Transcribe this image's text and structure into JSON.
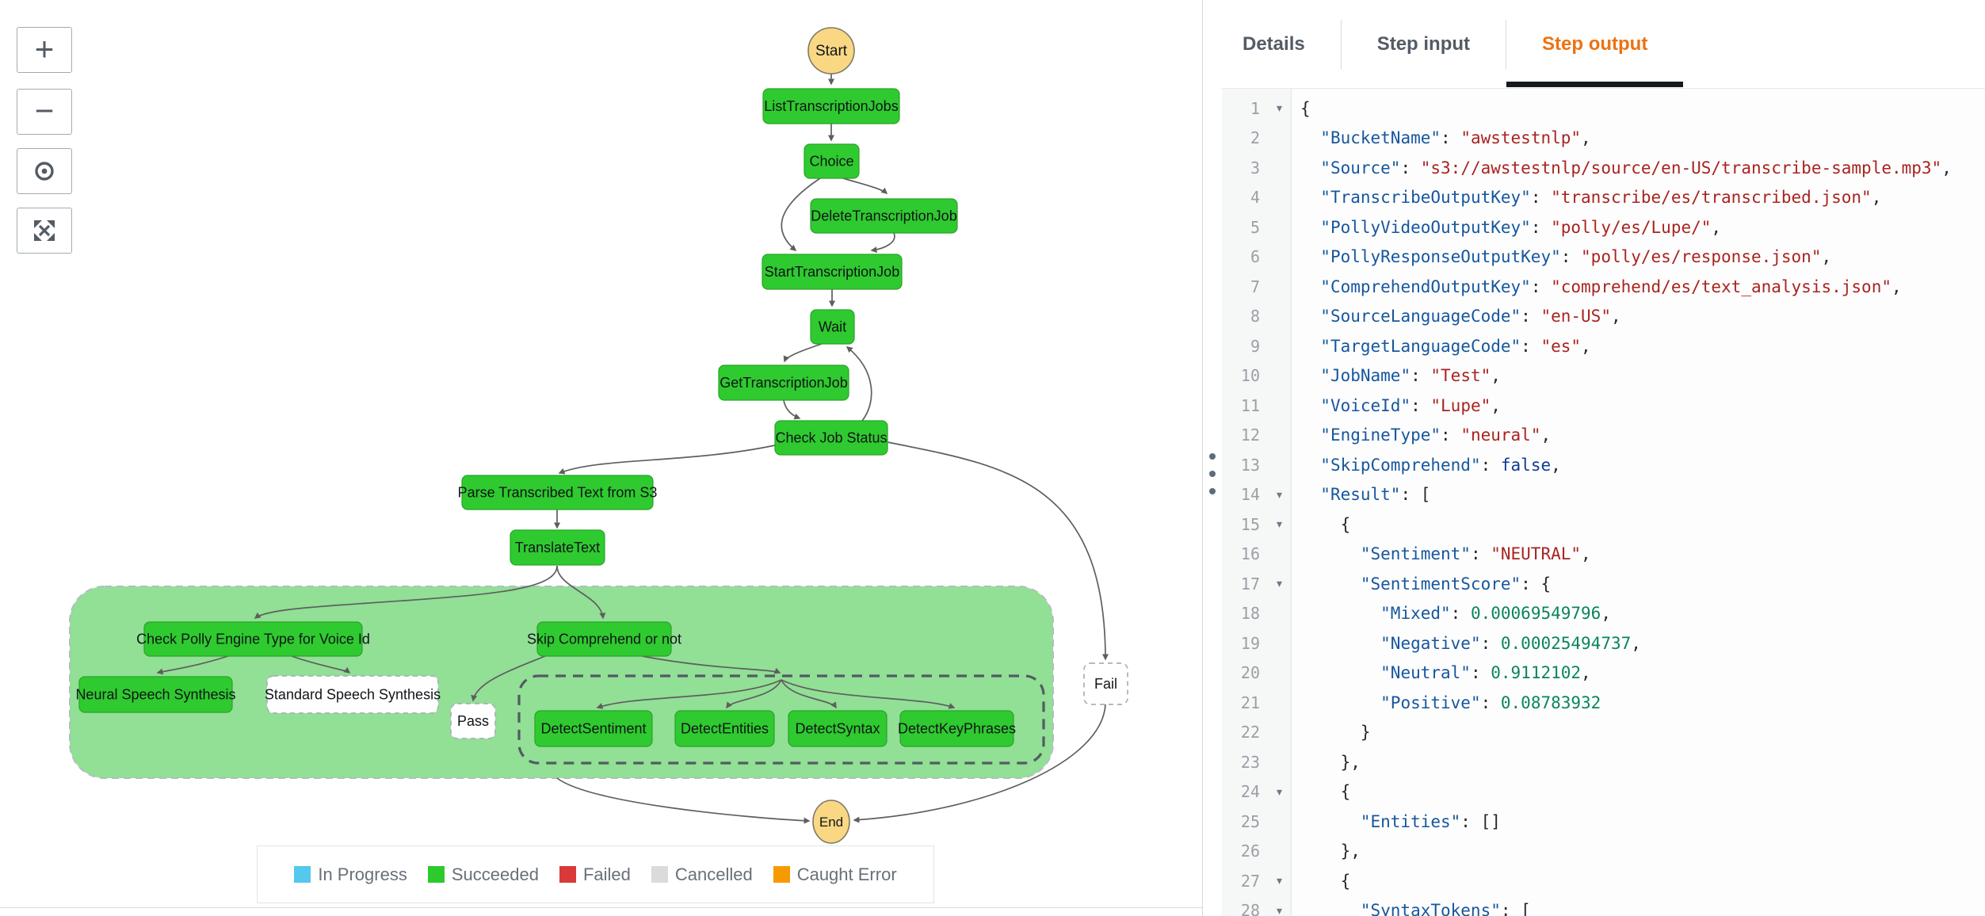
{
  "diagram": {
    "controls": [
      {
        "id": "zoom-in",
        "icon": "plus-icon",
        "label": "+"
      },
      {
        "id": "zoom-out",
        "icon": "minus-icon",
        "label": "−"
      },
      {
        "id": "center",
        "icon": "center-dot-icon",
        "label": ""
      },
      {
        "id": "fit",
        "icon": "expand-icon",
        "label": ""
      }
    ],
    "colors": {
      "succeeded_node": "#2fca2f",
      "succeeded_node_border": "#28a428",
      "container_fill": "#92df96",
      "start_end_fill": "#f9d783",
      "start_end_border": "#7e7a67",
      "edge": "#5e5e5e"
    },
    "nodes": [
      {
        "id": "start",
        "label": "Start",
        "type": "start"
      },
      {
        "id": "list_jobs",
        "label": "ListTranscriptionJobs",
        "type": "succeeded"
      },
      {
        "id": "choice",
        "label": "Choice",
        "type": "succeeded"
      },
      {
        "id": "delete_job",
        "label": "DeleteTranscriptionJob",
        "type": "succeeded"
      },
      {
        "id": "start_job",
        "label": "StartTranscriptionJob",
        "type": "succeeded"
      },
      {
        "id": "wait",
        "label": "Wait",
        "type": "succeeded"
      },
      {
        "id": "get_job",
        "label": "GetTranscriptionJob",
        "type": "succeeded"
      },
      {
        "id": "check_status",
        "label": "Check Job Status",
        "type": "succeeded"
      },
      {
        "id": "parse",
        "label": "Parse Transcribed Text from S3",
        "type": "succeeded"
      },
      {
        "id": "translate",
        "label": "TranslateText",
        "type": "succeeded"
      },
      {
        "id": "check_polly",
        "label": "Check Polly Engine Type for Voice Id",
        "type": "succeeded"
      },
      {
        "id": "neural",
        "label": "Neural Speech Synthesis",
        "type": "succeeded"
      },
      {
        "id": "standard",
        "label": "Standard Speech Synthesis",
        "type": "notrun"
      },
      {
        "id": "skip",
        "label": "Skip Comprehend or not",
        "type": "succeeded"
      },
      {
        "id": "pass",
        "label": "Pass",
        "type": "notrun"
      },
      {
        "id": "det_sent",
        "label": "DetectSentiment",
        "type": "succeeded"
      },
      {
        "id": "det_ent",
        "label": "DetectEntities",
        "type": "succeeded"
      },
      {
        "id": "det_syn",
        "label": "DetectSyntax",
        "type": "succeeded"
      },
      {
        "id": "det_key",
        "label": "DetectKeyPhrases",
        "type": "succeeded"
      },
      {
        "id": "fail",
        "label": "Fail",
        "type": "notrun"
      },
      {
        "id": "end",
        "label": "End",
        "type": "end"
      }
    ],
    "legend": [
      {
        "label": "In Progress",
        "color": "#54c8ed"
      },
      {
        "label": "Succeeded",
        "color": "#2dca2d"
      },
      {
        "label": "Failed",
        "color": "#d93938"
      },
      {
        "label": "Cancelled",
        "color": "#dbdbdb"
      },
      {
        "label": "Caught Error",
        "color": "#f79a02"
      }
    ]
  },
  "panel": {
    "tabs": [
      {
        "label": "Details",
        "active": false
      },
      {
        "label": "Step input",
        "active": false
      },
      {
        "label": "Step output",
        "active": true
      }
    ],
    "accent_color": "#ec7211",
    "code_lines": [
      {
        "n": 1,
        "fold": true,
        "indent": 0,
        "tokens": [
          [
            "p",
            "{"
          ]
        ]
      },
      {
        "n": 2,
        "fold": false,
        "indent": 2,
        "tokens": [
          [
            "k",
            "\"BucketName\""
          ],
          [
            "p",
            ": "
          ],
          [
            "s",
            "\"awstestnlp\""
          ],
          [
            "p",
            ","
          ]
        ]
      },
      {
        "n": 3,
        "fold": false,
        "indent": 2,
        "tokens": [
          [
            "k",
            "\"Source\""
          ],
          [
            "p",
            ": "
          ],
          [
            "s",
            "\"s3://awstestnlp/source/en-US/transcribe-sample.mp3\""
          ],
          [
            "p",
            ","
          ]
        ]
      },
      {
        "n": 4,
        "fold": false,
        "indent": 2,
        "tokens": [
          [
            "k",
            "\"TranscribeOutputKey\""
          ],
          [
            "p",
            ": "
          ],
          [
            "s",
            "\"transcribe/es/transcribed.json\""
          ],
          [
            "p",
            ","
          ]
        ]
      },
      {
        "n": 5,
        "fold": false,
        "indent": 2,
        "tokens": [
          [
            "k",
            "\"PollyVideoOutputKey\""
          ],
          [
            "p",
            ": "
          ],
          [
            "s",
            "\"polly/es/Lupe/\""
          ],
          [
            "p",
            ","
          ]
        ]
      },
      {
        "n": 6,
        "fold": false,
        "indent": 2,
        "tokens": [
          [
            "k",
            "\"PollyResponseOutputKey\""
          ],
          [
            "p",
            ": "
          ],
          [
            "s",
            "\"polly/es/response.json\""
          ],
          [
            "p",
            ","
          ]
        ]
      },
      {
        "n": 7,
        "fold": false,
        "indent": 2,
        "tokens": [
          [
            "k",
            "\"ComprehendOutputKey\""
          ],
          [
            "p",
            ": "
          ],
          [
            "s",
            "\"comprehend/es/text_analysis.json\""
          ],
          [
            "p",
            ","
          ]
        ]
      },
      {
        "n": 8,
        "fold": false,
        "indent": 2,
        "tokens": [
          [
            "k",
            "\"SourceLanguageCode\""
          ],
          [
            "p",
            ": "
          ],
          [
            "s",
            "\"en-US\""
          ],
          [
            "p",
            ","
          ]
        ]
      },
      {
        "n": 9,
        "fold": false,
        "indent": 2,
        "tokens": [
          [
            "k",
            "\"TargetLanguageCode\""
          ],
          [
            "p",
            ": "
          ],
          [
            "s",
            "\"es\""
          ],
          [
            "p",
            ","
          ]
        ]
      },
      {
        "n": 10,
        "fold": false,
        "indent": 2,
        "tokens": [
          [
            "k",
            "\"JobName\""
          ],
          [
            "p",
            ": "
          ],
          [
            "s",
            "\"Test\""
          ],
          [
            "p",
            ","
          ]
        ]
      },
      {
        "n": 11,
        "fold": false,
        "indent": 2,
        "tokens": [
          [
            "k",
            "\"VoiceId\""
          ],
          [
            "p",
            ": "
          ],
          [
            "s",
            "\"Lupe\""
          ],
          [
            "p",
            ","
          ]
        ]
      },
      {
        "n": 12,
        "fold": false,
        "indent": 2,
        "tokens": [
          [
            "k",
            "\"EngineType\""
          ],
          [
            "p",
            ": "
          ],
          [
            "s",
            "\"neural\""
          ],
          [
            "p",
            ","
          ]
        ]
      },
      {
        "n": 13,
        "fold": false,
        "indent": 2,
        "tokens": [
          [
            "k",
            "\"SkipComprehend\""
          ],
          [
            "p",
            ": "
          ],
          [
            "b",
            "false"
          ],
          [
            "p",
            ","
          ]
        ]
      },
      {
        "n": 14,
        "fold": true,
        "indent": 2,
        "tokens": [
          [
            "k",
            "\"Result\""
          ],
          [
            "p",
            ": ["
          ]
        ]
      },
      {
        "n": 15,
        "fold": true,
        "indent": 4,
        "tokens": [
          [
            "p",
            "{"
          ]
        ]
      },
      {
        "n": 16,
        "fold": false,
        "indent": 6,
        "tokens": [
          [
            "k",
            "\"Sentiment\""
          ],
          [
            "p",
            ": "
          ],
          [
            "s",
            "\"NEUTRAL\""
          ],
          [
            "p",
            ","
          ]
        ]
      },
      {
        "n": 17,
        "fold": true,
        "indent": 6,
        "tokens": [
          [
            "k",
            "\"SentimentScore\""
          ],
          [
            "p",
            ": {"
          ]
        ]
      },
      {
        "n": 18,
        "fold": false,
        "indent": 8,
        "tokens": [
          [
            "k",
            "\"Mixed\""
          ],
          [
            "p",
            ": "
          ],
          [
            "n",
            "0.00069549796"
          ],
          [
            "p",
            ","
          ]
        ]
      },
      {
        "n": 19,
        "fold": false,
        "indent": 8,
        "tokens": [
          [
            "k",
            "\"Negative\""
          ],
          [
            "p",
            ": "
          ],
          [
            "n",
            "0.00025494737"
          ],
          [
            "p",
            ","
          ]
        ]
      },
      {
        "n": 20,
        "fold": false,
        "indent": 8,
        "tokens": [
          [
            "k",
            "\"Neutral\""
          ],
          [
            "p",
            ": "
          ],
          [
            "n",
            "0.9112102"
          ],
          [
            "p",
            ","
          ]
        ]
      },
      {
        "n": 21,
        "fold": false,
        "indent": 8,
        "tokens": [
          [
            "k",
            "\"Positive\""
          ],
          [
            "p",
            ": "
          ],
          [
            "n",
            "0.08783932"
          ]
        ]
      },
      {
        "n": 22,
        "fold": false,
        "indent": 6,
        "tokens": [
          [
            "p",
            "}"
          ]
        ]
      },
      {
        "n": 23,
        "fold": false,
        "indent": 4,
        "tokens": [
          [
            "p",
            "},"
          ]
        ]
      },
      {
        "n": 24,
        "fold": true,
        "indent": 4,
        "tokens": [
          [
            "p",
            "{"
          ]
        ]
      },
      {
        "n": 25,
        "fold": false,
        "indent": 6,
        "tokens": [
          [
            "k",
            "\"Entities\""
          ],
          [
            "p",
            ": []"
          ]
        ]
      },
      {
        "n": 26,
        "fold": false,
        "indent": 4,
        "tokens": [
          [
            "p",
            "},"
          ]
        ]
      },
      {
        "n": 27,
        "fold": true,
        "indent": 4,
        "tokens": [
          [
            "p",
            "{"
          ]
        ]
      },
      {
        "n": 28,
        "fold": true,
        "indent": 6,
        "tokens": [
          [
            "k",
            "\"SyntaxTokens\""
          ],
          [
            "p",
            ": ["
          ]
        ]
      }
    ]
  }
}
